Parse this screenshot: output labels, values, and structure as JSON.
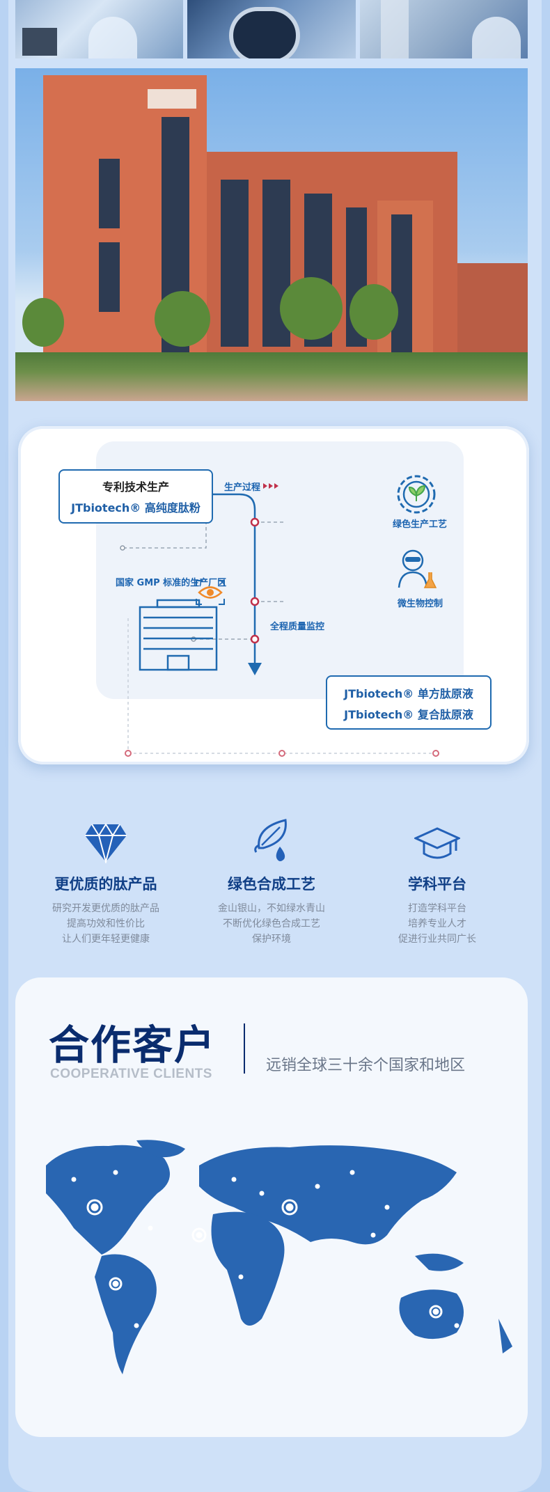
{
  "flow": {
    "patent_line1": "专利技术生产",
    "patent_line2": "JTbiotech® 高纯度肽粉",
    "process_label": "生产过程",
    "gmp_label": "国家 GMP 标准的生产厂区",
    "green_label": "绿色生产工艺",
    "micro_label": "微生物控制",
    "quality_label": "全程质量监控",
    "output_line1": "JTbiotech® 单方肽原液",
    "output_line2": "JTbiotech® 复合肽原液"
  },
  "features": [
    {
      "icon": "diamond-icon",
      "title": "更优质的肽产品",
      "lines": [
        "研究开发更优质的肽产品",
        "提高功效和性价比",
        "让人们更年轻更健康"
      ]
    },
    {
      "icon": "leaf-drop-icon",
      "title": "绿色合成工艺",
      "lines": [
        "金山银山，不如绿水青山",
        "不断优化绿色合成工艺",
        "保护环境"
      ]
    },
    {
      "icon": "graduation-cap-icon",
      "title": "学科平台",
      "lines": [
        "打造学科平台",
        "培养专业人才",
        "促进行业共同广长"
      ]
    }
  ],
  "clients": {
    "title": "合作客户",
    "subtitle": "COOPERATIVE CLIENTS",
    "description": "远销全球三十余个国家和地区"
  },
  "colors": {
    "accent": "#1f6ab0",
    "navy": "#0a2c6e",
    "page_bg": "#cfe1f8",
    "building": "#d56f4f"
  }
}
